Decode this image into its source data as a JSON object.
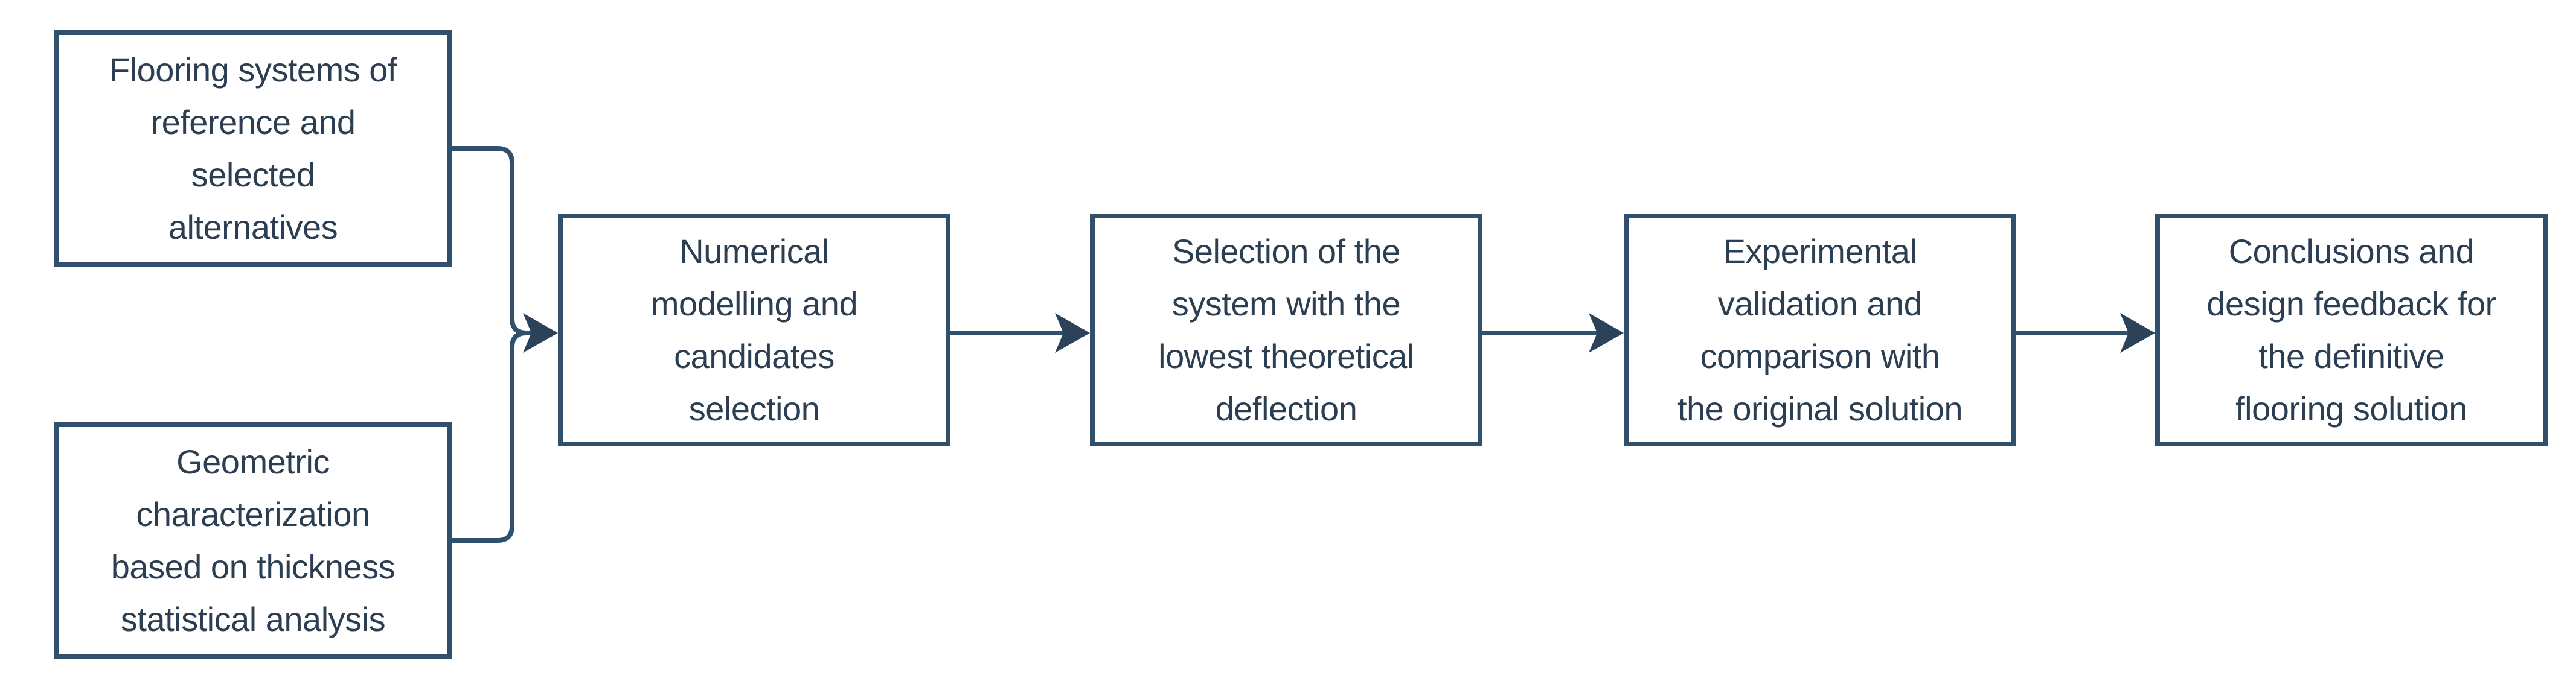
{
  "figure": {
    "type": "flowchart",
    "background": "#ffffff",
    "accent_color": "#30506b",
    "arrow_color": "#2b4258",
    "text_color": "#2c3e52",
    "nodes": [
      {
        "id": "flooring-systems",
        "label": "Flooring systems of\nreference and\nselected\nalternatives"
      },
      {
        "id": "geometric-characterization",
        "label": "Geometric\ncharacterization\nbased on thickness\nstatistical analysis"
      },
      {
        "id": "numerical-modelling",
        "label": "Numerical\nmodelling and\ncandidates\nselection"
      },
      {
        "id": "selection-lowest-deflection",
        "label": "Selection of the\nsystem with the\nlowest theoretical\ndeflection"
      },
      {
        "id": "experimental-validation",
        "label": "Experimental\nvalidation and\ncomparison with\nthe original solution"
      },
      {
        "id": "conclusions-feedback",
        "label": "Conclusions and\ndesign feedback for\nthe definitive\nflooring solution"
      }
    ],
    "edges": [
      {
        "from": "flooring-systems",
        "to": "numerical-modelling"
      },
      {
        "from": "geometric-characterization",
        "to": "numerical-modelling"
      },
      {
        "from": "numerical-modelling",
        "to": "selection-lowest-deflection"
      },
      {
        "from": "selection-lowest-deflection",
        "to": "experimental-validation"
      },
      {
        "from": "experimental-validation",
        "to": "conclusions-feedback"
      }
    ]
  }
}
